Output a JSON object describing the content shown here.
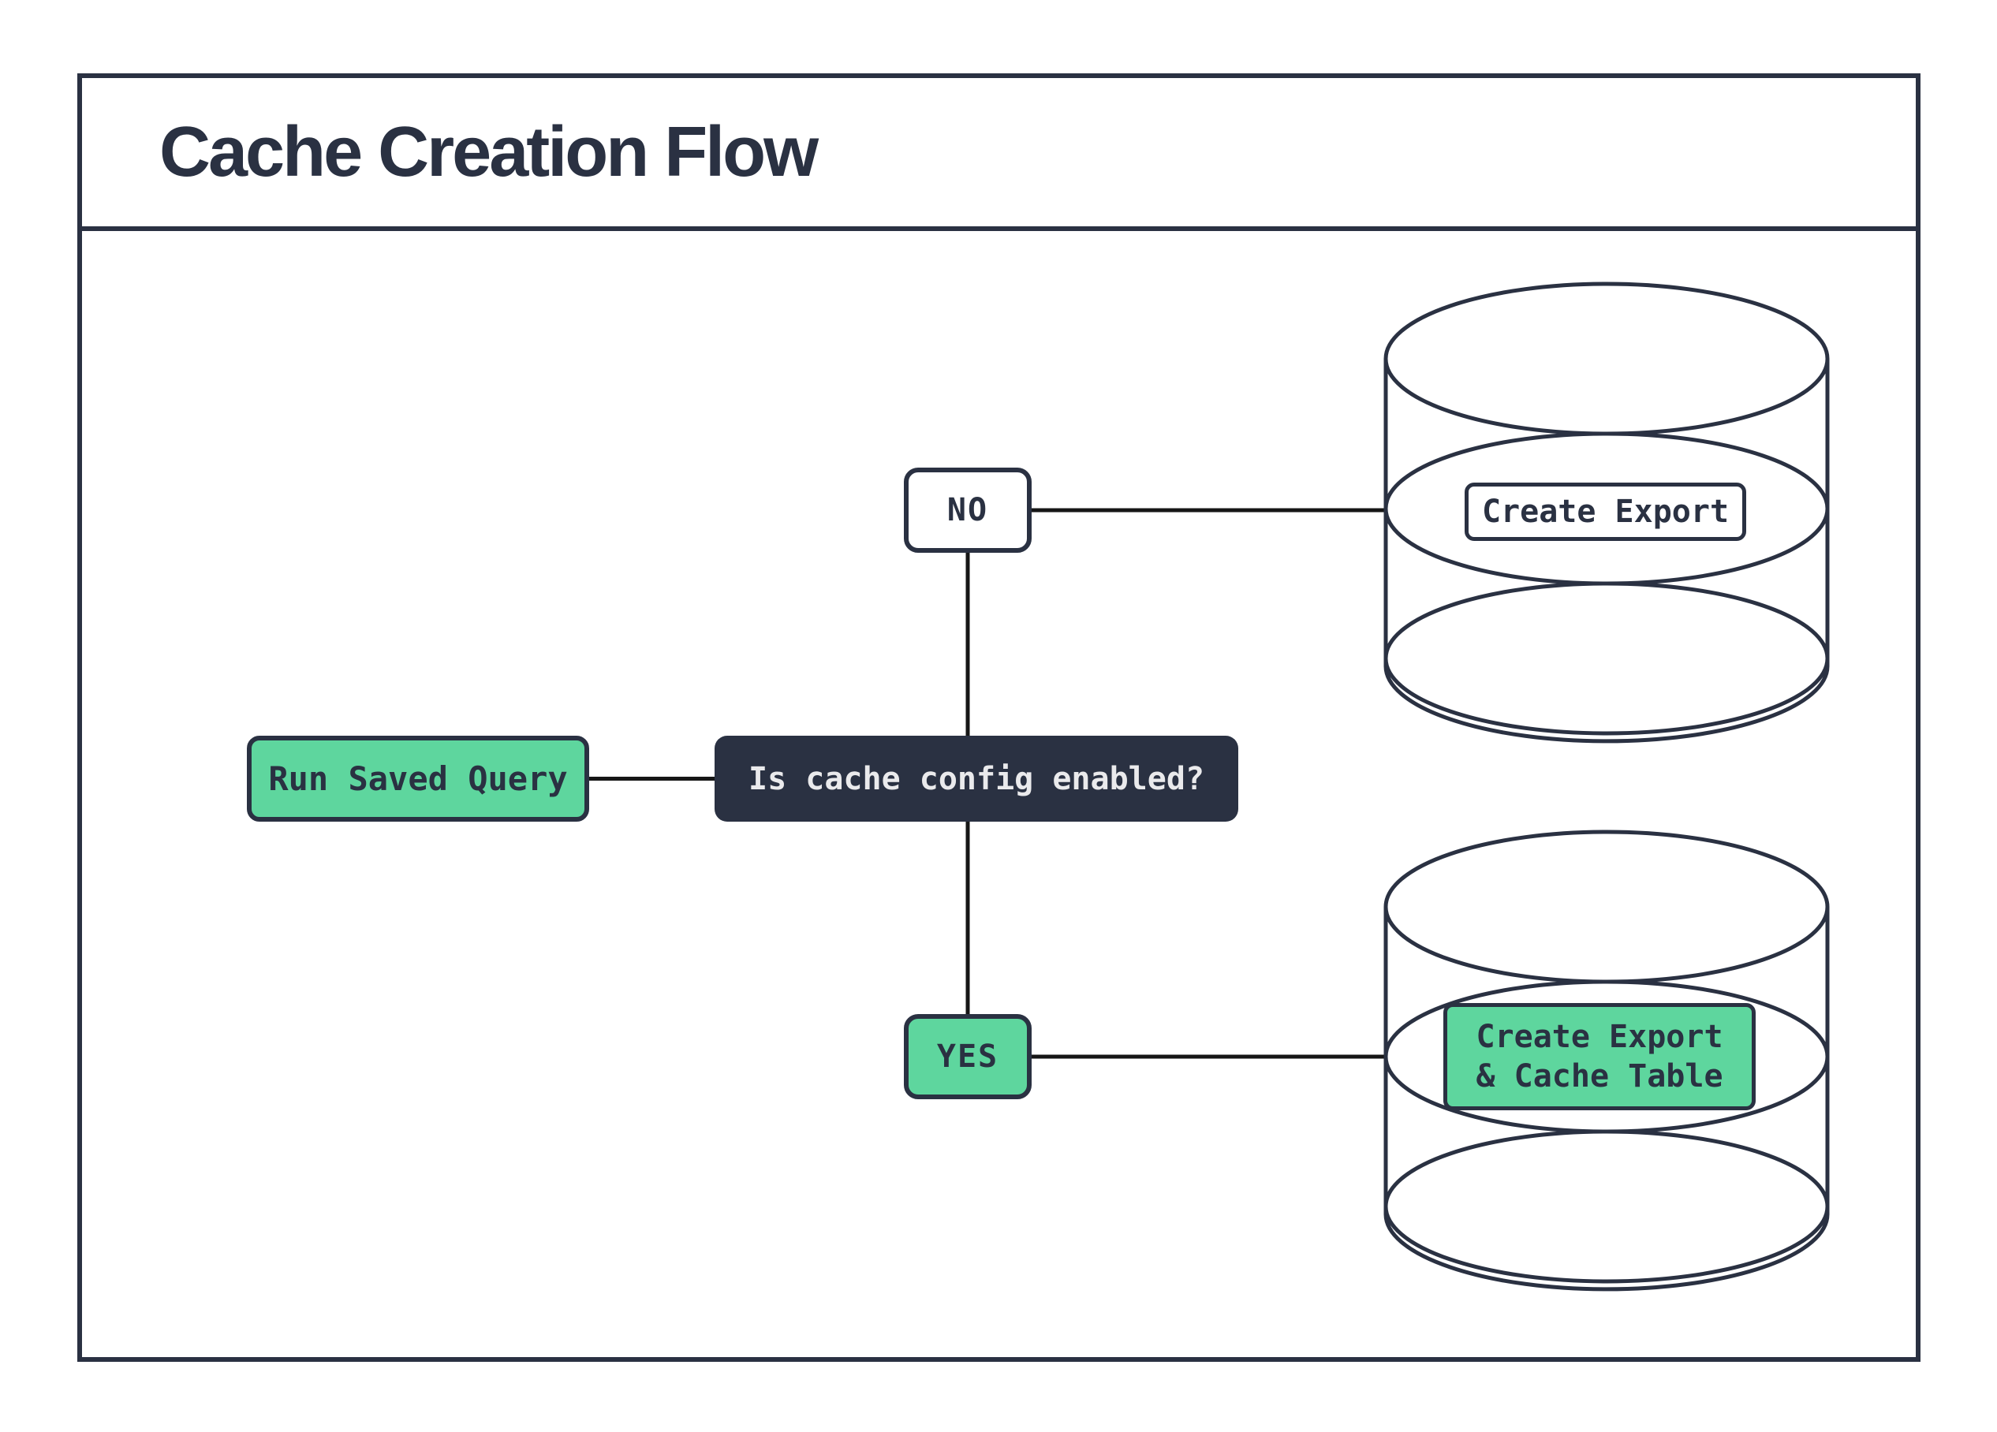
{
  "header": {
    "title": "Cache Creation Flow"
  },
  "flowchart": {
    "nodes": {
      "start": {
        "label": "Run Saved Query"
      },
      "decision": {
        "label": "Is cache config enabled?"
      },
      "branch_no": {
        "label": "NO"
      },
      "branch_yes": {
        "label": "YES"
      },
      "outcome_no": {
        "label": "Create Export"
      },
      "outcome_yes": {
        "line1": "Create Export",
        "line2": "& Cache Table"
      }
    },
    "edges": [
      {
        "from": "start",
        "to": "decision"
      },
      {
        "from": "decision",
        "to": "branch_no"
      },
      {
        "from": "decision",
        "to": "branch_yes"
      },
      {
        "from": "branch_no",
        "to": "outcome_no"
      },
      {
        "from": "branch_yes",
        "to": "outcome_yes"
      }
    ]
  },
  "colors": {
    "ink": "#2a3142",
    "accent_green": "#5ed69e",
    "connector": "#161616",
    "light_text": "#eaeaec",
    "background": "#ffffff"
  }
}
